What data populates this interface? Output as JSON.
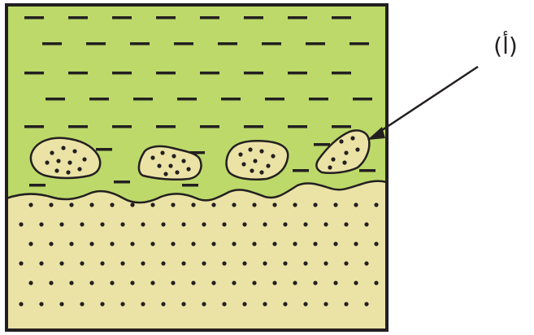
{
  "diagram": {
    "label": "(أ)",
    "colors": {
      "upper_layer": "#bcd96a",
      "lower_layer": "#ebe3a6",
      "pebble_fill": "#ebe3a6",
      "ink": "#231f20",
      "background": "#ffffff"
    },
    "parts": [
      "upper-layer-dashed",
      "lower-layer-dotted",
      "wavy-boundary",
      "pebbles",
      "label-arrow"
    ]
  }
}
